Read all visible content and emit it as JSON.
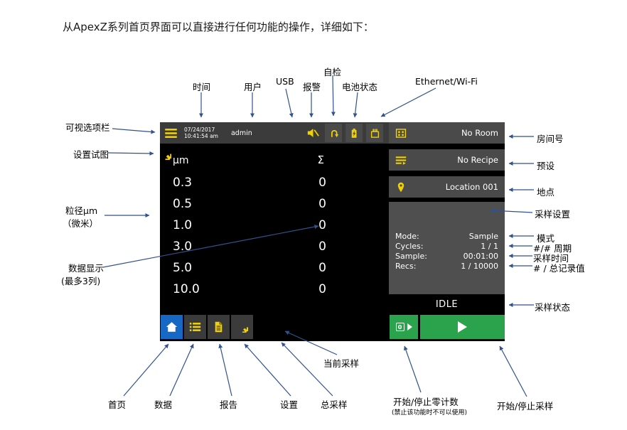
{
  "intro": "从ApexZ系列首页界面可以直接进行任何功能的操作，详细如下：",
  "device": {
    "topbar": {
      "date": "07/24/2017",
      "time": "10:41:54 am",
      "user": "admin"
    },
    "table": {
      "unit": "μm",
      "sum": "Σ",
      "rows": [
        {
          "size": "0.3",
          "value": "0"
        },
        {
          "size": "0.5",
          "value": "0"
        },
        {
          "size": "1.0",
          "value": "0"
        },
        {
          "size": "3.0",
          "value": "0"
        },
        {
          "size": "5.0",
          "value": "0"
        },
        {
          "size": "10.0",
          "value": "0"
        }
      ]
    },
    "panel": {
      "room": "No Room",
      "recipe": "No Recipe",
      "location": "Location 001",
      "settings": [
        {
          "label": "Mode:",
          "value": "Sample"
        },
        {
          "label": "Cycles:",
          "value": "1 / 1"
        },
        {
          "label": "Sample:",
          "value": "00:01:00"
        },
        {
          "label": "Recs:",
          "value": "1 / 10000"
        }
      ],
      "status": "IDLE"
    },
    "toolbar": {
      "zero_count_glyph": "0"
    }
  },
  "callouts": {
    "self_check": "自检",
    "time": "时间",
    "user": "用户",
    "usb": "USB",
    "alarm": "报警",
    "battery": "电池状态",
    "ethernet": "Ethernet/Wi-Fi",
    "option_bar": "可视选项栏",
    "settings_view": "设置试图",
    "particle_size_line1": "粒径μm",
    "particle_size_line2": "（微米）",
    "data_display_line1": "数据显示",
    "data_display_line2": "(最多3列)",
    "room": "房间号",
    "preset": "预设",
    "location": "地点",
    "sample_settings": "采样设置",
    "mode": "模式",
    "cycles": "#/# 周期",
    "sample_time": "采样时间",
    "total_records": "# / 总记录值",
    "sample_status": "采样状态",
    "current_sample": "当前采样",
    "home": "首页",
    "data": "数据",
    "report": "报告",
    "settings": "设置",
    "total_sample": "总采样",
    "zero_count": "开始/停止零计数",
    "zero_count_note": "(禁止该功能时不可以使用)",
    "start_stop_sample": "开始/停止采样"
  },
  "colors": {
    "accent_yellow": "#f2d100",
    "home_blue": "#1668c4",
    "action_green": "#2aa34c",
    "arrow_blue": "#31528f"
  }
}
